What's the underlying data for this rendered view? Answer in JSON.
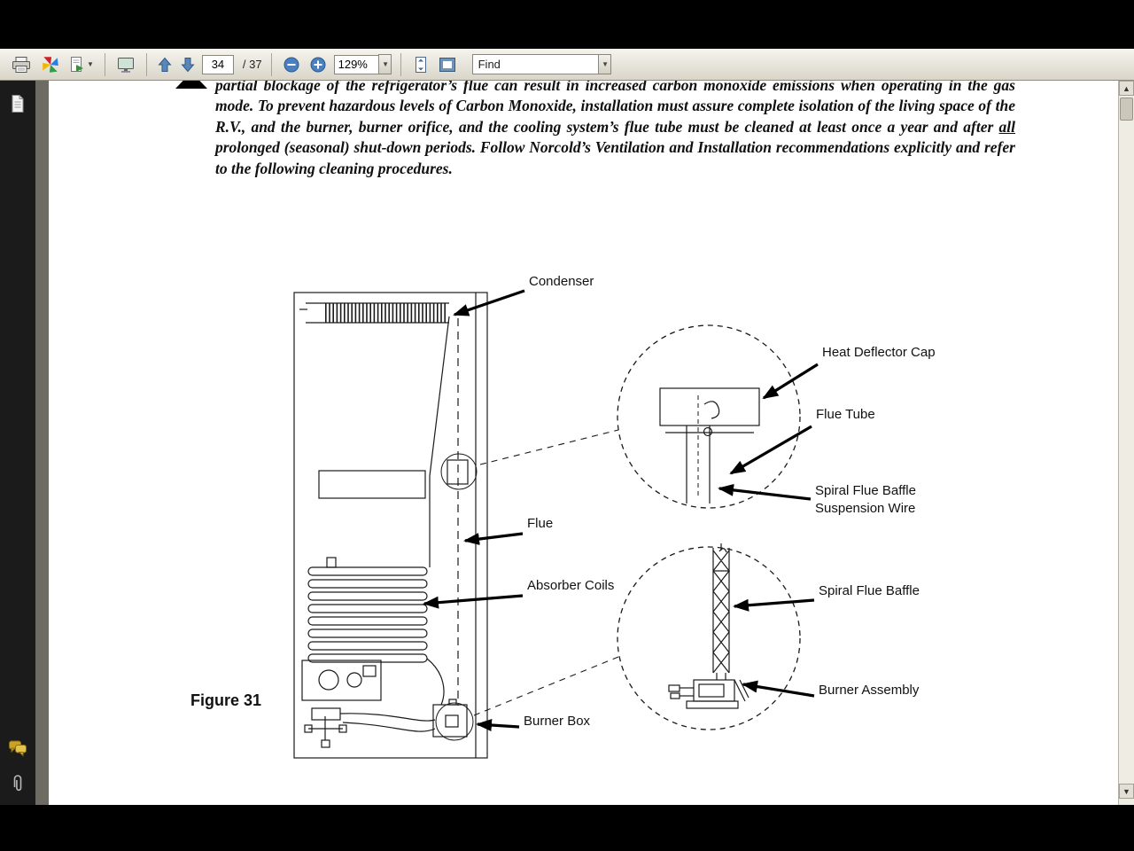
{
  "toolbar": {
    "page_current": "34",
    "page_total": "/ 37",
    "zoom_level": "129%",
    "find_label": "Find"
  },
  "icons": {
    "caret_down": "▼",
    "scroll_up_arrow": "▲",
    "scroll_down_arrow": "▼"
  },
  "document": {
    "paragraph": {
      "part1": "partial blockage of the refrigerator’s flue can result in increased carbon monoxide emissions when operating in the gas mode. To prevent hazardous levels of Carbon Monoxide, installation must assure complete isolation of the living space of the R.V., and the burner, burner orifice, and the cooling system’s flue tube must be cleaned at least once a year and after ",
      "underlined": "all",
      "part2": " prolonged (seasonal) shut-down periods. Follow Norcold’s Ventilation and Installation recommendations explicitly and refer to the following cleaning procedures."
    },
    "figure": {
      "caption": "Figure 31",
      "labels": {
        "condenser": "Condenser",
        "heat_deflector_cap": "Heat Deflector Cap",
        "flue_tube": "Flue Tube",
        "suspension_wire_line1": "Spiral Flue Baffle",
        "suspension_wire_line2": "Suspension Wire",
        "flue": "Flue",
        "absorber_coils": "Absorber Coils",
        "spiral_flue_baffle": "Spiral Flue Baffle",
        "burner_assembly": "Burner Assembly",
        "burner_box": "Burner Box"
      }
    }
  }
}
